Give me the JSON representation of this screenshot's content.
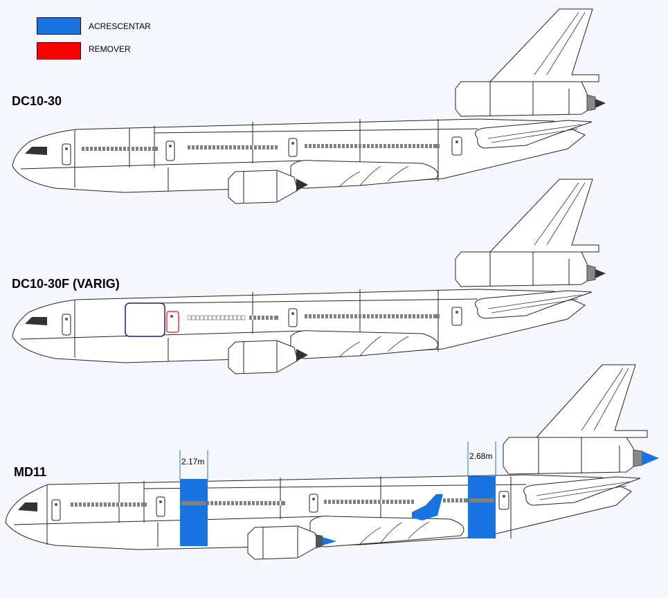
{
  "colors": {
    "add": "#1874e0",
    "remove": "#ff0000",
    "window": "#808080",
    "background": "#f5f7fc"
  },
  "legend": {
    "add_label": "ACRESCENTAR",
    "remove_label": "REMOVER"
  },
  "aircraft": [
    {
      "id": "dc10-30",
      "title": "DC10-30"
    },
    {
      "id": "dc10-30f",
      "title": "DC10-30F (VARIG)"
    },
    {
      "id": "md11",
      "title": "MD11"
    }
  ],
  "md11_plugs": [
    {
      "label": "2.17m"
    },
    {
      "label": "2.68m"
    }
  ]
}
